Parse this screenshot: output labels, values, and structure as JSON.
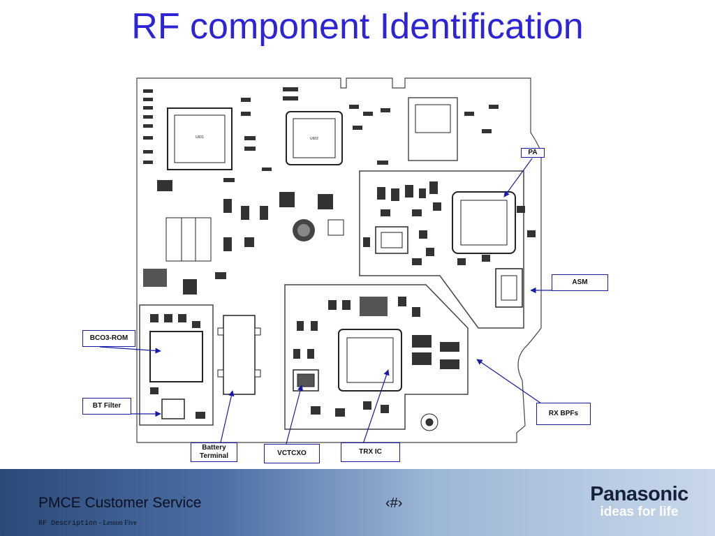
{
  "slide": {
    "title": "RF component Identification"
  },
  "callouts": {
    "pa": "PA",
    "asm": "ASM",
    "bco3_rom": "BCO3-ROM",
    "bt_filter": "BT Filter",
    "rx_bpfs": "RX BPFs",
    "battery_terminal": "Battery\nTerminal",
    "vctcxo": "VCTCXO",
    "trx_ic": "TRX IC"
  },
  "colors": {
    "title": "#2d24d6",
    "callout_border": "#1a1aa8",
    "arrow": "#1a1aa8"
  },
  "footer": {
    "course": "PMCE Customer Service",
    "slide_number": "‹#›",
    "sub_mono": "RF Description",
    "sub_serif": " - Lesson Five",
    "brand": "Panasonic",
    "tagline": "ideas for life"
  }
}
